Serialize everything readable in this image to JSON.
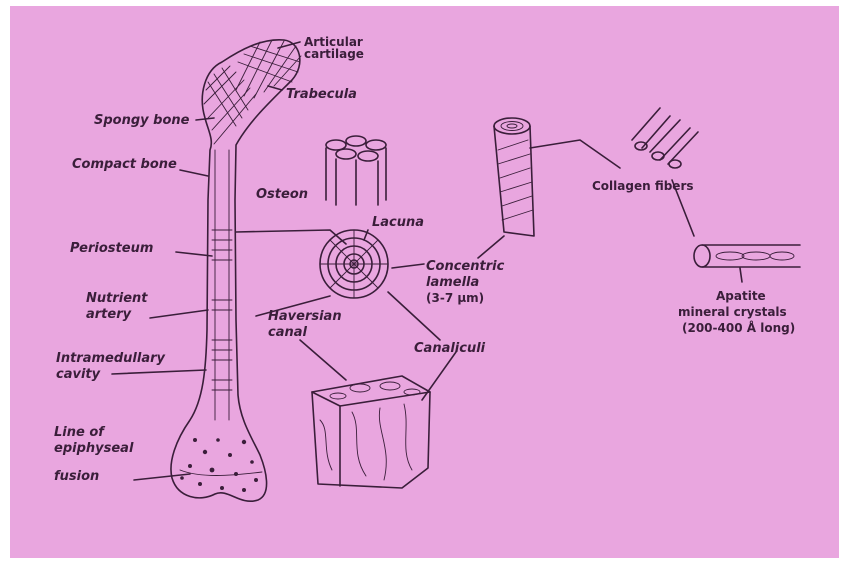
{
  "colors": {
    "background": "#e9a6df",
    "ink": "#3a1e3a",
    "frame": "#ffffff"
  },
  "labels": {
    "articular_cartilage_1": "Articular",
    "articular_cartilage_2": "cartilage",
    "trabecula": "Trabecula",
    "spongy_bone": "Spongy bone",
    "compact_bone": "Compact bone",
    "osteon": "Osteon",
    "lacuna": "Lacuna",
    "periosteum": "Periosteum",
    "concentric_lamella_1": "Concentric",
    "concentric_lamella_2": "lamella",
    "concentric_lamella_3": "(3-7 µm)",
    "nutrient_artery_1": "Nutrient",
    "nutrient_artery_2": "artery",
    "haversian_canal_1": "Haversian",
    "haversian_canal_2": "canal",
    "canaliculi": "Canaliculi",
    "intramedullary_cavity_1": "Intramedullary",
    "intramedullary_cavity_2": "cavity",
    "epiphyseal_fusion_1": "Line of",
    "epiphyseal_fusion_2": "epiphyseal",
    "epiphyseal_fusion_3": "fusion",
    "collagen_fibers": "Collagen fibers",
    "apatite_1": "Apatite",
    "apatite_2": "mineral crystals",
    "apatite_3": "(200-400 Å long)"
  }
}
